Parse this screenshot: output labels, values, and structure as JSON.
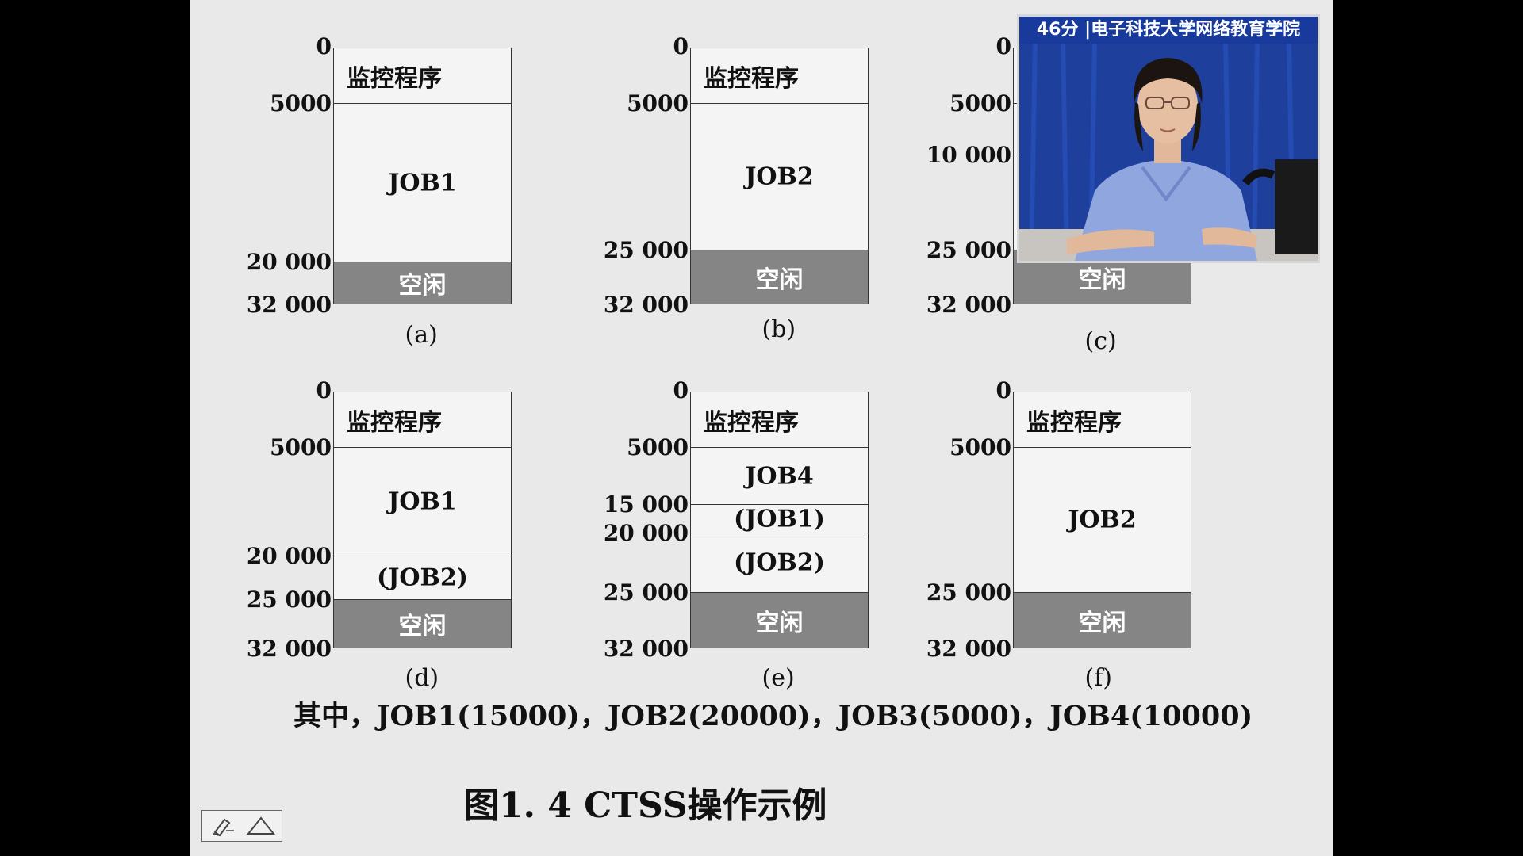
{
  "diagrams": [
    {
      "id": "a",
      "caption": "(a)",
      "addresses": [
        "0",
        "5000",
        "20 000",
        "32 000"
      ],
      "blocks": [
        {
          "label": "监控程序",
          "kind": "plain"
        },
        {
          "label": "JOB1",
          "kind": "plain"
        },
        {
          "label": "空闲",
          "kind": "free"
        }
      ]
    },
    {
      "id": "b",
      "caption": "(b)",
      "addresses": [
        "0",
        "5000",
        "25 000",
        "32 000"
      ],
      "blocks": [
        {
          "label": "监控程序",
          "kind": "plain"
        },
        {
          "label": "JOB2",
          "kind": "plain"
        },
        {
          "label": "空闲",
          "kind": "free"
        }
      ]
    },
    {
      "id": "c",
      "caption": "(c)",
      "addresses": [
        "0",
        "5000",
        "10 000",
        "25 000",
        "32 000"
      ],
      "blocks": [
        {
          "label": "",
          "kind": "plain"
        },
        {
          "label": "",
          "kind": "plain"
        },
        {
          "label": "",
          "kind": "plain"
        },
        {
          "label": "空闲",
          "kind": "free"
        }
      ]
    },
    {
      "id": "d",
      "caption": "(d)",
      "addresses": [
        "0",
        "5000",
        "20 000",
        "25 000",
        "32 000"
      ],
      "blocks": [
        {
          "label": "监控程序",
          "kind": "plain"
        },
        {
          "label": "JOB1",
          "kind": "plain"
        },
        {
          "label": "(JOB2)",
          "kind": "plain"
        },
        {
          "label": "空闲",
          "kind": "free"
        }
      ]
    },
    {
      "id": "e",
      "caption": "(e)",
      "addresses": [
        "0",
        "5000",
        "15 000",
        "20 000",
        "25 000",
        "32 000"
      ],
      "blocks": [
        {
          "label": "监控程序",
          "kind": "plain"
        },
        {
          "label": "JOB4",
          "kind": "plain"
        },
        {
          "label": "(JOB1)",
          "kind": "plain"
        },
        {
          "label": "(JOB2)",
          "kind": "plain"
        },
        {
          "label": "空闲",
          "kind": "free"
        }
      ]
    },
    {
      "id": "f",
      "caption": "(f)",
      "addresses": [
        "0",
        "5000",
        "25 000",
        "32 000"
      ],
      "blocks": [
        {
          "label": "监控程序",
          "kind": "plain"
        },
        {
          "label": "JOB2",
          "kind": "plain"
        },
        {
          "label": "空闲",
          "kind": "free"
        }
      ]
    }
  ],
  "formula": "其中，JOB1(15000)，JOB2(20000)，JOB3(5000)，JOB4(10000)",
  "figure_title": "图1. 4 CTSS操作示例",
  "video_overlay": {
    "caption": "46分 |电子科技大学网络教育学院"
  },
  "colors": {
    "slide_background": "#e9e9e9",
    "free_block": "#858585",
    "letterbox": "#000000",
    "video_background": "#1e3f9c"
  }
}
